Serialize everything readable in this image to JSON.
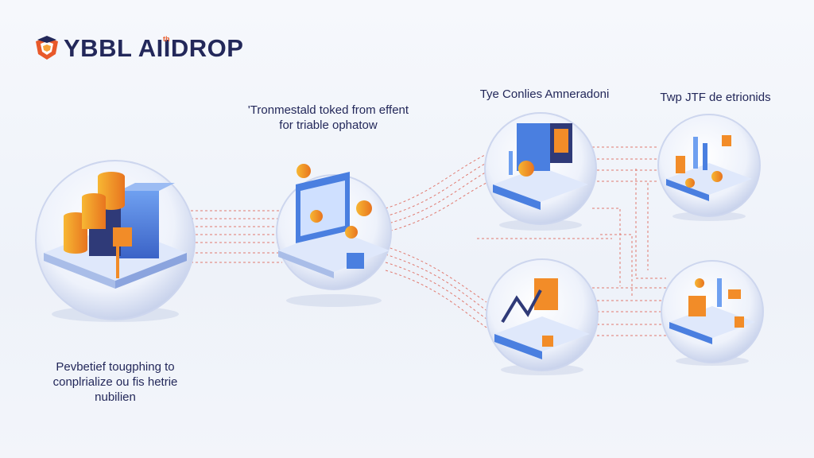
{
  "brand": {
    "name": "YBBL AIIDROP",
    "tm": "th",
    "colors": {
      "primary": "#23285a",
      "accent": "#f28c28",
      "blue": "#4a7fe0",
      "line": "#e07a70"
    }
  },
  "captions": {
    "main": [
      "'Tronmestald toked from effent",
      "for triable ophatow"
    ],
    "top_center": "Tye Conlies Amneradoni",
    "top_right": "Twp JTF de etrionids",
    "bottom_left": [
      "Pevbetief tougphing to",
      "conplrialize ou fis hetrie",
      "nubilien"
    ]
  },
  "nodes": [
    {
      "id": "source-node",
      "icon": "coin-stack-server-icon"
    },
    {
      "id": "hub-node",
      "icon": "monitor-coins-icon"
    },
    {
      "id": "top-center-node",
      "icon": "chart-screen-icon"
    },
    {
      "id": "bottom-center-node",
      "icon": "bitcoin-chart-icon"
    },
    {
      "id": "top-right-node",
      "icon": "token-bars-icon"
    },
    {
      "id": "bottom-right-node",
      "icon": "token-blocks-icon"
    }
  ]
}
